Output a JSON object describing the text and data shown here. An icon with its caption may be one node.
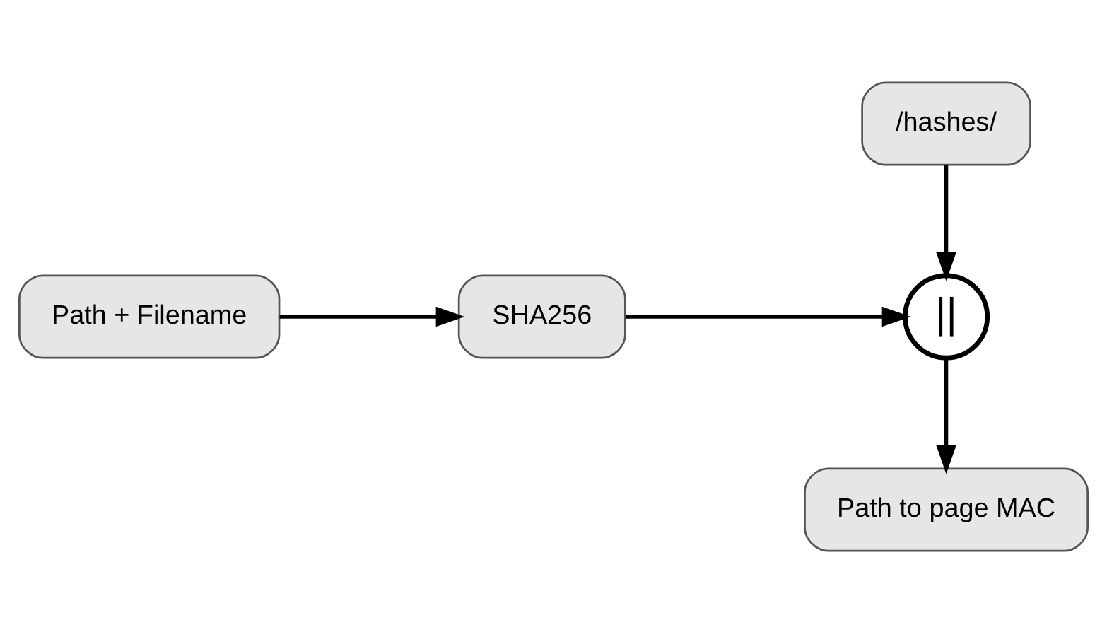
{
  "diagram": {
    "nodes": [
      {
        "text": [
          "Path + Filename"
        ]
      },
      {
        "text": [
          "SHA256"
        ]
      },
      {
        "text": [
          "/hashes/"
        ]
      },
      {
        "text": [
          "||"
        ]
      },
      {
        "text": [
          "Path to page MAC"
        ]
      }
    ],
    "edges": [
      {
        "from": 0,
        "to": 1,
        "arrow": "to"
      },
      {
        "from": 1,
        "to": 3,
        "arrow": "to"
      },
      {
        "from": 2,
        "to": 3,
        "arrow": "to"
      },
      {
        "from": 3,
        "to": 4,
        "arrow": "to"
      }
    ]
  }
}
